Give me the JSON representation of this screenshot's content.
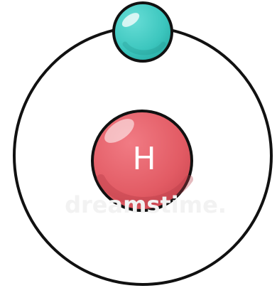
{
  "atom": {
    "nucleus_label": "H",
    "nucleus_color": "#e25b64",
    "electron_color": "#3cc6be",
    "orbit_color": "#111111",
    "electron_count": 1
  },
  "watermark": {
    "text": "dreamstime."
  },
  "icons": {
    "nucleus": "proton-nucleus-icon",
    "electron": "electron-icon"
  }
}
